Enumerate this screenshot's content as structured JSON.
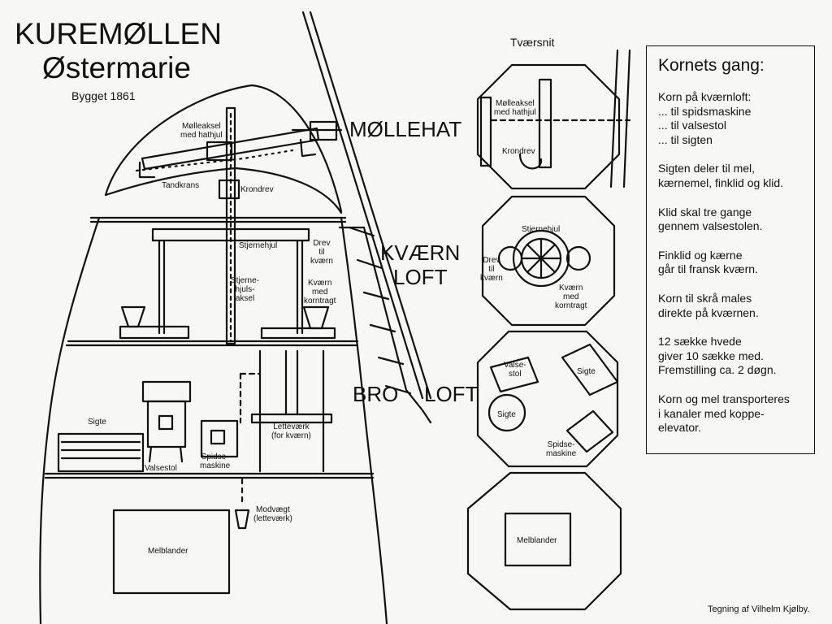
{
  "title": {
    "line1": "KUREMØLLEN",
    "line2": "Østermarie",
    "built": "Bygget 1861"
  },
  "sections": {
    "cap": "MØLLEHAT",
    "grind_line1": "KVÆRN",
    "grind_line2": "LOFT",
    "bridge_part1": "BRO",
    "bridge_part2": "LOFT"
  },
  "side_labels": {
    "axle": "Mølleaksel\nmed hathjul",
    "crown_gear": "Tandkrans",
    "crown_pinion": "Krondrev",
    "star_wheel": "Stjernehjul",
    "pinion_to_mill": "Drev\ntil\nkværn",
    "star_axle": "Stjerne-\nhjuls-\naksel",
    "mill_hopper": "Kværn\nmed\nkorntragt",
    "sieve": "Sigte",
    "roller": "Valsestol",
    "grinder": "Spidse-\nmaskine",
    "lift": "Letteværk\n(for kværn)",
    "counterweight": "Modvægt\n(letteværk)",
    "mixer": "Melblander"
  },
  "cross_section": {
    "title": "Tværsnit",
    "axle": "Mølleaksel\nmed hathjul",
    "pinion": "Krondrev",
    "star_wheel": "Stjernehjul",
    "pinion_to_mill": "Drev\ntil\nkværn",
    "mill_hopper": "Kværn\nmed\nkorntragt",
    "roller": "Valse-\nstol",
    "sieve_sq": "Sigte",
    "sieve_round": "Sigte",
    "grinder": "Spidse-\nmaskine",
    "mixer": "Melblander"
  },
  "legend": {
    "title": "Kornets gang:",
    "paragraphs": [
      "Korn på kværnloft:\n... til spidsmaskine\n... til valsestol\n... til sigten",
      "Sigten deler til mel,\nkærnemel, finklid og klid.",
      "Klid skal tre gange\ngennem valsestolen.",
      "Finklid og kærne\ngår til fransk kværn.",
      "Korn til skrå males\ndirekte på kværnen.",
      "12 sække hvede\ngiver 10 sække med.\nFremstilling ca. 2 døgn.",
      "Korn og mel transporteres\ni kanaler med koppe-\nelevator."
    ]
  },
  "credit": "Tegning af Vilhelm Kjølby."
}
